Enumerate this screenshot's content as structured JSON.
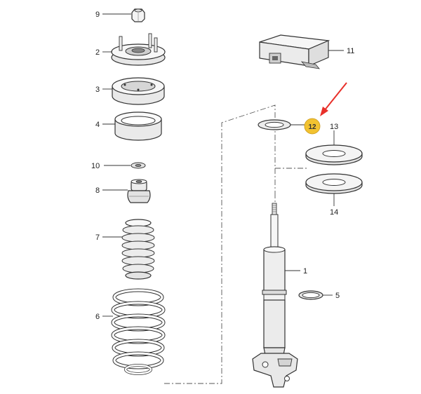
{
  "parts": {
    "p1": "1",
    "p2": "2",
    "p3": "3",
    "p4": "4",
    "p5": "5",
    "p6": "6",
    "p7": "7",
    "p8": "8",
    "p9": "9",
    "p10": "10",
    "p11": "11",
    "p12": "12",
    "p13": "13",
    "p14": "14"
  },
  "highlight": {
    "part": "12",
    "callout_color": "#f2c230",
    "arrow_color": "#e8302a"
  }
}
